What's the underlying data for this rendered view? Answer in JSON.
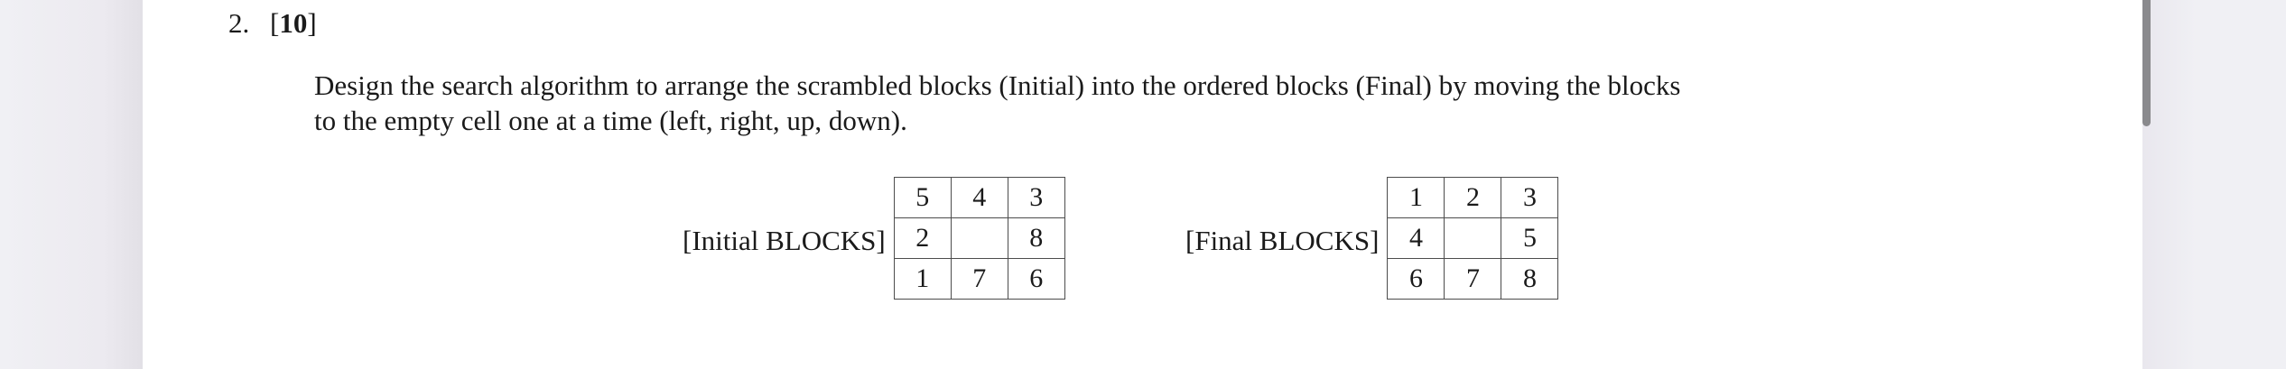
{
  "document": {
    "background_color": "#f0f0f4",
    "page_color": "#ffffff",
    "text_color": "#1a1a1a"
  },
  "scrollbar": {
    "name": "vertical-scrollbar",
    "thumb_color": "#8a8a8d"
  },
  "question": {
    "number": "2.",
    "marks_open": "[",
    "marks_value": "10",
    "marks_close": "]",
    "body_line_1": "Design the search algorithm to arrange the scrambled blocks (Initial) into the ordered blocks (Final) by moving the blocks",
    "body_line_2": "to the empty cell one at a time (left, right, up, down)."
  },
  "blocks": {
    "initial": {
      "label": "[Initial BLOCKS]",
      "rows": [
        [
          "5",
          "4",
          "3"
        ],
        [
          "2",
          "",
          "8"
        ],
        [
          "1",
          "7",
          "6"
        ]
      ]
    },
    "final": {
      "label": "[Final BLOCKS]",
      "rows": [
        [
          "1",
          "2",
          "3"
        ],
        [
          "4",
          "",
          "5"
        ],
        [
          "6",
          "7",
          "8"
        ]
      ]
    }
  }
}
